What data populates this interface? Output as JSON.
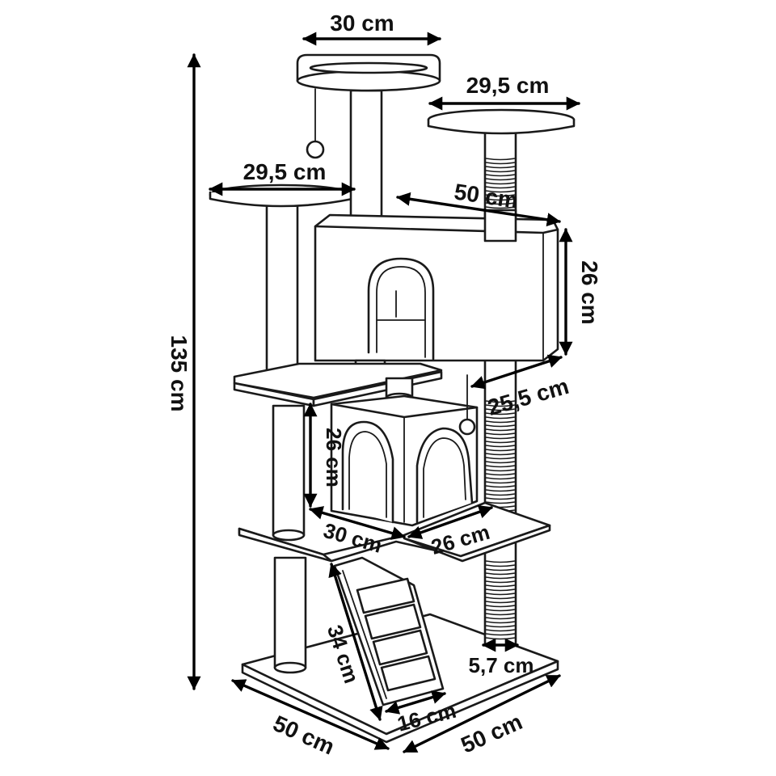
{
  "diagram": {
    "dimensions": {
      "top_platform_width": "30 cm",
      "right_platform_width": "29,5 cm",
      "left_platform_width": "29,5 cm",
      "upper_house_length": "50 cm",
      "upper_house_height": "26 cm",
      "upper_house_depth": "25,5 cm",
      "lower_house_height": "26 cm",
      "lower_house_width": "30 cm",
      "lower_house_depth": "26 cm",
      "total_height": "135 cm",
      "ladder_length": "34 cm",
      "ladder_width": "16 cm",
      "post_diameter": "5,7 cm",
      "base_width": "50 cm",
      "base_depth": "50 cm"
    }
  }
}
